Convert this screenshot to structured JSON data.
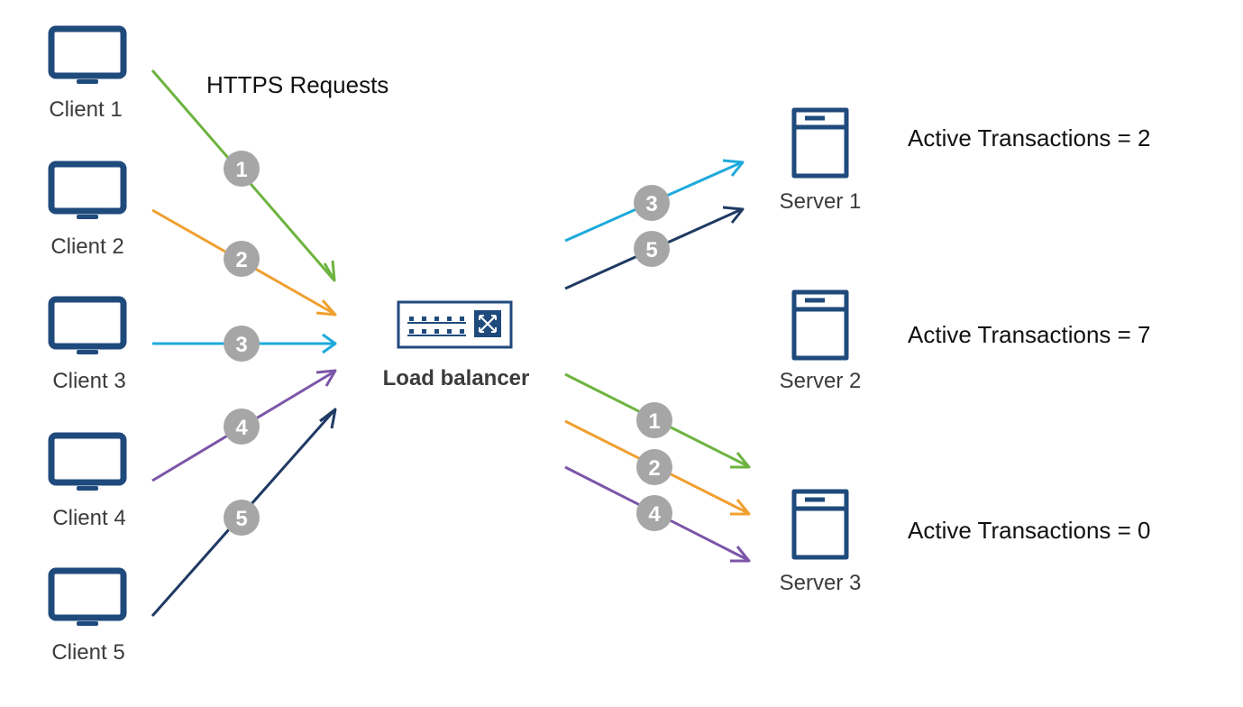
{
  "diagram": {
    "title": "HTTPS Requests",
    "load_balancer": {
      "label": "Load balancer"
    },
    "clients": [
      {
        "label": "Client 1"
      },
      {
        "label": "Client 2"
      },
      {
        "label": "Client 3"
      },
      {
        "label": "Client 4"
      },
      {
        "label": "Client 5"
      }
    ],
    "servers": [
      {
        "label": "Server 1",
        "active_transactions_text": "Active Transactions = 2"
      },
      {
        "label": "Server 2",
        "active_transactions_text": "Active Transactions = 7"
      },
      {
        "label": "Server 3",
        "active_transactions_text": "Active Transactions = 0"
      }
    ],
    "inbound_requests": [
      {
        "from": "Client 1",
        "to": "Load balancer",
        "number": "1",
        "color": "#6db33f"
      },
      {
        "from": "Client 2",
        "to": "Load balancer",
        "number": "2",
        "color": "#f0a030"
      },
      {
        "from": "Client 3",
        "to": "Load balancer",
        "number": "3",
        "color": "#1eaadc"
      },
      {
        "from": "Client 4",
        "to": "Load balancer",
        "number": "4",
        "color": "#7b55a8"
      },
      {
        "from": "Client 5",
        "to": "Load balancer",
        "number": "5",
        "color": "#1f3a63"
      }
    ],
    "outbound_requests": [
      {
        "from": "Load balancer",
        "to": "Server 1",
        "number": "3",
        "color": "#1eaadc"
      },
      {
        "from": "Load balancer",
        "to": "Server 1",
        "number": "5",
        "color": "#1f3a63"
      },
      {
        "from": "Load balancer",
        "to": "Server 3",
        "number": "1",
        "color": "#6db33f"
      },
      {
        "from": "Load balancer",
        "to": "Server 3",
        "number": "2",
        "color": "#f0a030"
      },
      {
        "from": "Load balancer",
        "to": "Server 3",
        "number": "4",
        "color": "#7b55a8"
      }
    ],
    "colors": {
      "device": "#1f4a7c",
      "badge": "#a6a6a6"
    }
  }
}
